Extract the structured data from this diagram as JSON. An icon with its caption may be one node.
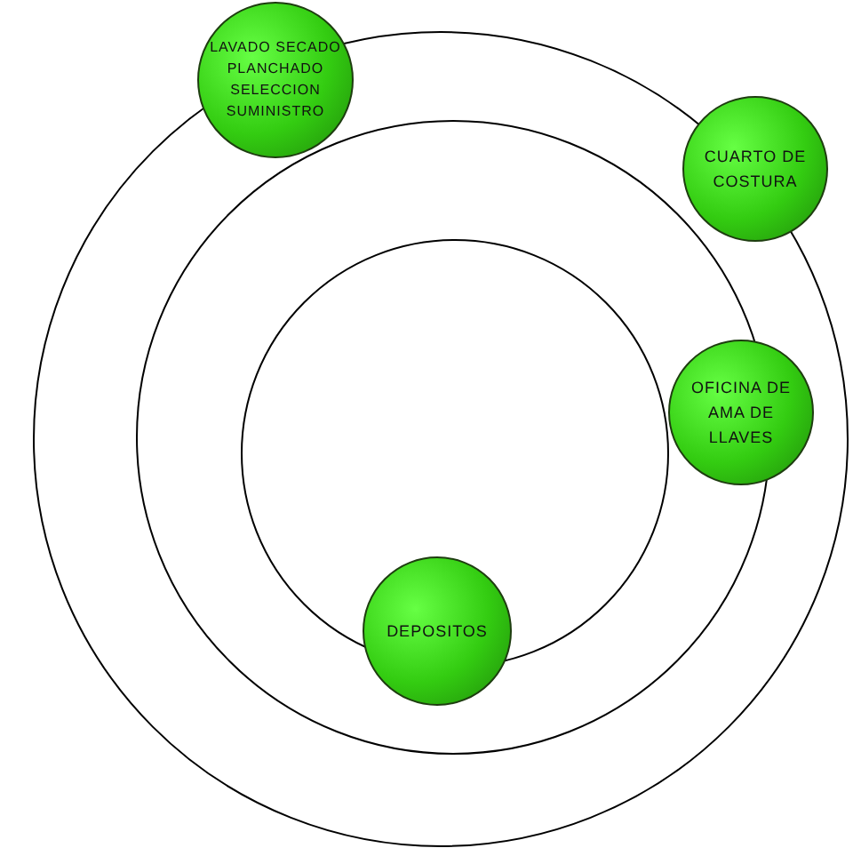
{
  "diagram": {
    "nodes": [
      {
        "text": [
          "LAVADO SECADO PLANCHADO SELECCION SUMINISTRO"
        ]
      },
      {
        "text": [
          "CUARTO DE COSTURA"
        ]
      },
      {
        "text": [
          "OFICINA DE AMA DE LLAVES"
        ]
      },
      {
        "text": [
          "DEPOSITOS"
        ]
      }
    ]
  }
}
